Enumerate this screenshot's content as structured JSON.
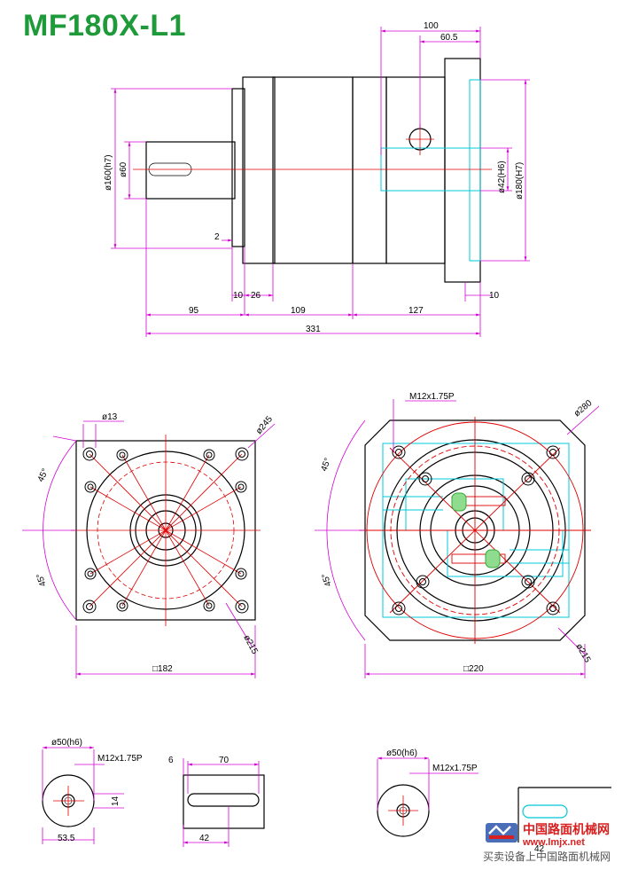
{
  "title": "MF180X-L1",
  "side_view": {
    "dims": {
      "d100": "100",
      "d60_5": "60.5",
      "d160": "ø160(h7)",
      "d60": "ø60",
      "d42": "ø42(H6)",
      "d180": "ø180(H7)",
      "d2": "2",
      "d10a": "10",
      "d26": "26",
      "d10b": "10",
      "d95": "95",
      "d109": "109",
      "d127": "127",
      "d331": "331"
    }
  },
  "front_view": {
    "dims": {
      "d13": "ø13",
      "d245": "ø245",
      "a45a": "45°",
      "a45b": "45°",
      "d215": "ø215",
      "d182": "□182"
    }
  },
  "back_view": {
    "dims": {
      "thread": "M12x1.75P",
      "d280": "ø280",
      "a45a": "45°",
      "a45b": "45°",
      "d215": "ø215",
      "d220": "□220"
    }
  },
  "shaft_detail_1": {
    "dims": {
      "d50": "ø50(h6)",
      "thread": "M12x1.75P",
      "d14": "14",
      "d53_5": "53.5",
      "d6": "6",
      "d70": "70",
      "d42": "42"
    }
  },
  "shaft_detail_2": {
    "dims": {
      "d50": "ø50(h6)",
      "thread": "M12x1.75P",
      "d42": "42"
    }
  },
  "watermark": {
    "cn_name": "中国路面机械网",
    "url": "www.lmjx.net",
    "tagline": "买卖设备上中国路面机械网"
  },
  "colors": {
    "title": "#1f9a3a",
    "outline": "#000000",
    "dimension": "#d400d4",
    "center": "#e00000",
    "hidden": "#00c8d8",
    "accent": "#33aa33"
  }
}
